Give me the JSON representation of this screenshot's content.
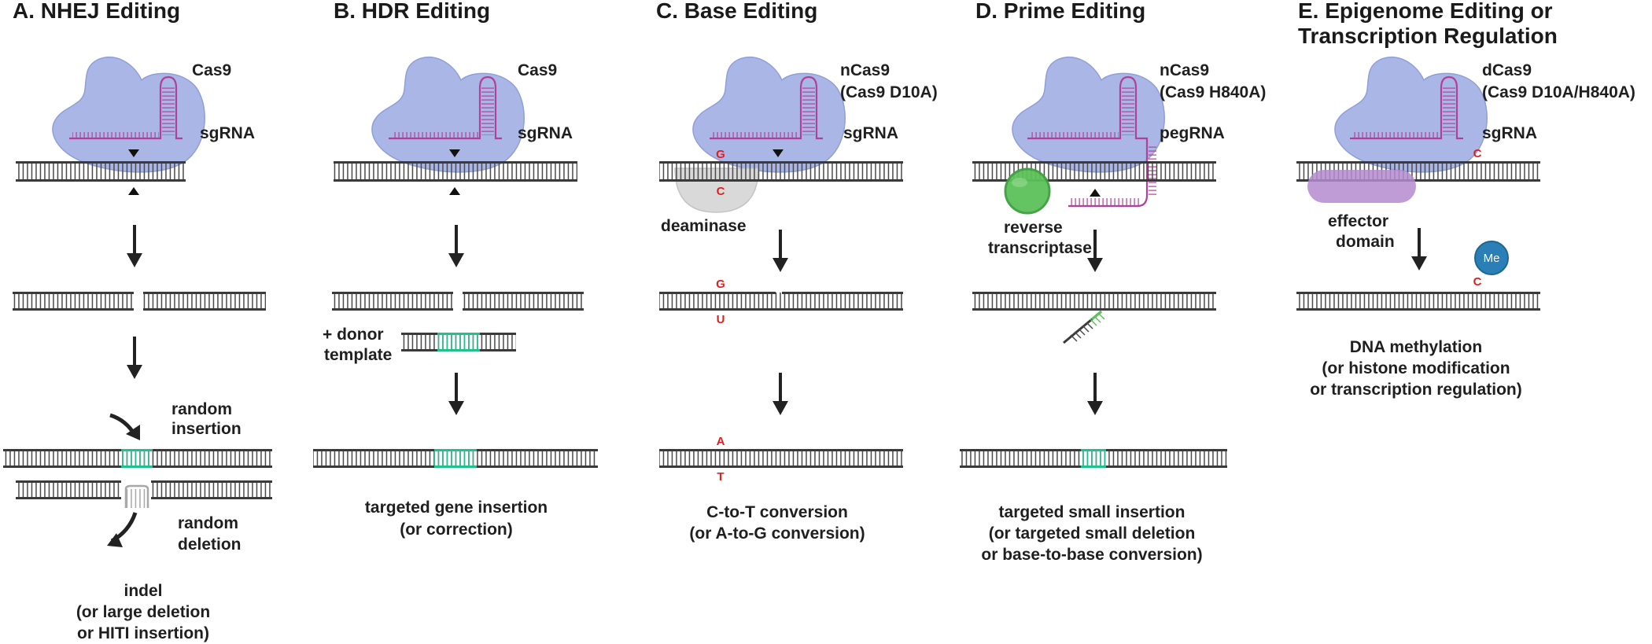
{
  "panels": {
    "a": {
      "title": "A. NHEJ Editing",
      "protein": "Cas9",
      "guide": "sgRNA",
      "insertion_label": [
        "random",
        "insertion"
      ],
      "deletion_label": [
        "random",
        "deletion"
      ],
      "caption": [
        "indel",
        "(or large deletion",
        "or HITI insertion)"
      ]
    },
    "b": {
      "title": "B. HDR Editing",
      "protein": "Cas9",
      "guide": "sgRNA",
      "donor_label": [
        "+ donor",
        "template"
      ],
      "caption": [
        "targeted gene insertion",
        "(or correction)"
      ]
    },
    "c": {
      "title": "C. Base Editing",
      "protein": [
        "nCas9",
        "(Cas9 D10A)"
      ],
      "guide": "sgRNA",
      "enzyme": "deaminase",
      "bases": {
        "top_1": "G",
        "bottom_1": "C",
        "top_2": "G",
        "bottom_2": "U",
        "top_3": "A",
        "bottom_3": "T"
      },
      "caption": [
        "C-to-T conversion",
        "(or A-to-G conversion)"
      ]
    },
    "d": {
      "title": "D. Prime Editing",
      "protein": [
        "nCas9",
        "(Cas9 H840A)"
      ],
      "guide": "pegRNA",
      "enzyme": [
        "reverse",
        "transcriptase"
      ],
      "caption": [
        "targeted small insertion",
        "(or targeted small deletion",
        "or base-to-base conversion)"
      ]
    },
    "e": {
      "title": [
        "E. Epigenome Editing or",
        "Transcription Regulation"
      ],
      "protein": [
        "dCas9",
        "(Cas9 D10A/H840A)"
      ],
      "guide": "sgRNA",
      "effector": [
        "effector",
        "domain"
      ],
      "base_c": "C",
      "methyl": "Me",
      "caption": [
        "DNA methylation",
        "(or histone modification",
        "or transcription regulation)"
      ]
    }
  },
  "colors": {
    "cas9": "#a9b6e6",
    "cas9_edge": "#8f9fd8",
    "rna": "#b0409a",
    "dna": "#3a3a3a",
    "edit": "#22c08a",
    "arrow": "#222222",
    "deaminase": "#d9d9d9",
    "rt": "#5cc15a",
    "effector": "#b58bd0",
    "methyl": "#2a7fb6",
    "base_text": "#e02020"
  }
}
